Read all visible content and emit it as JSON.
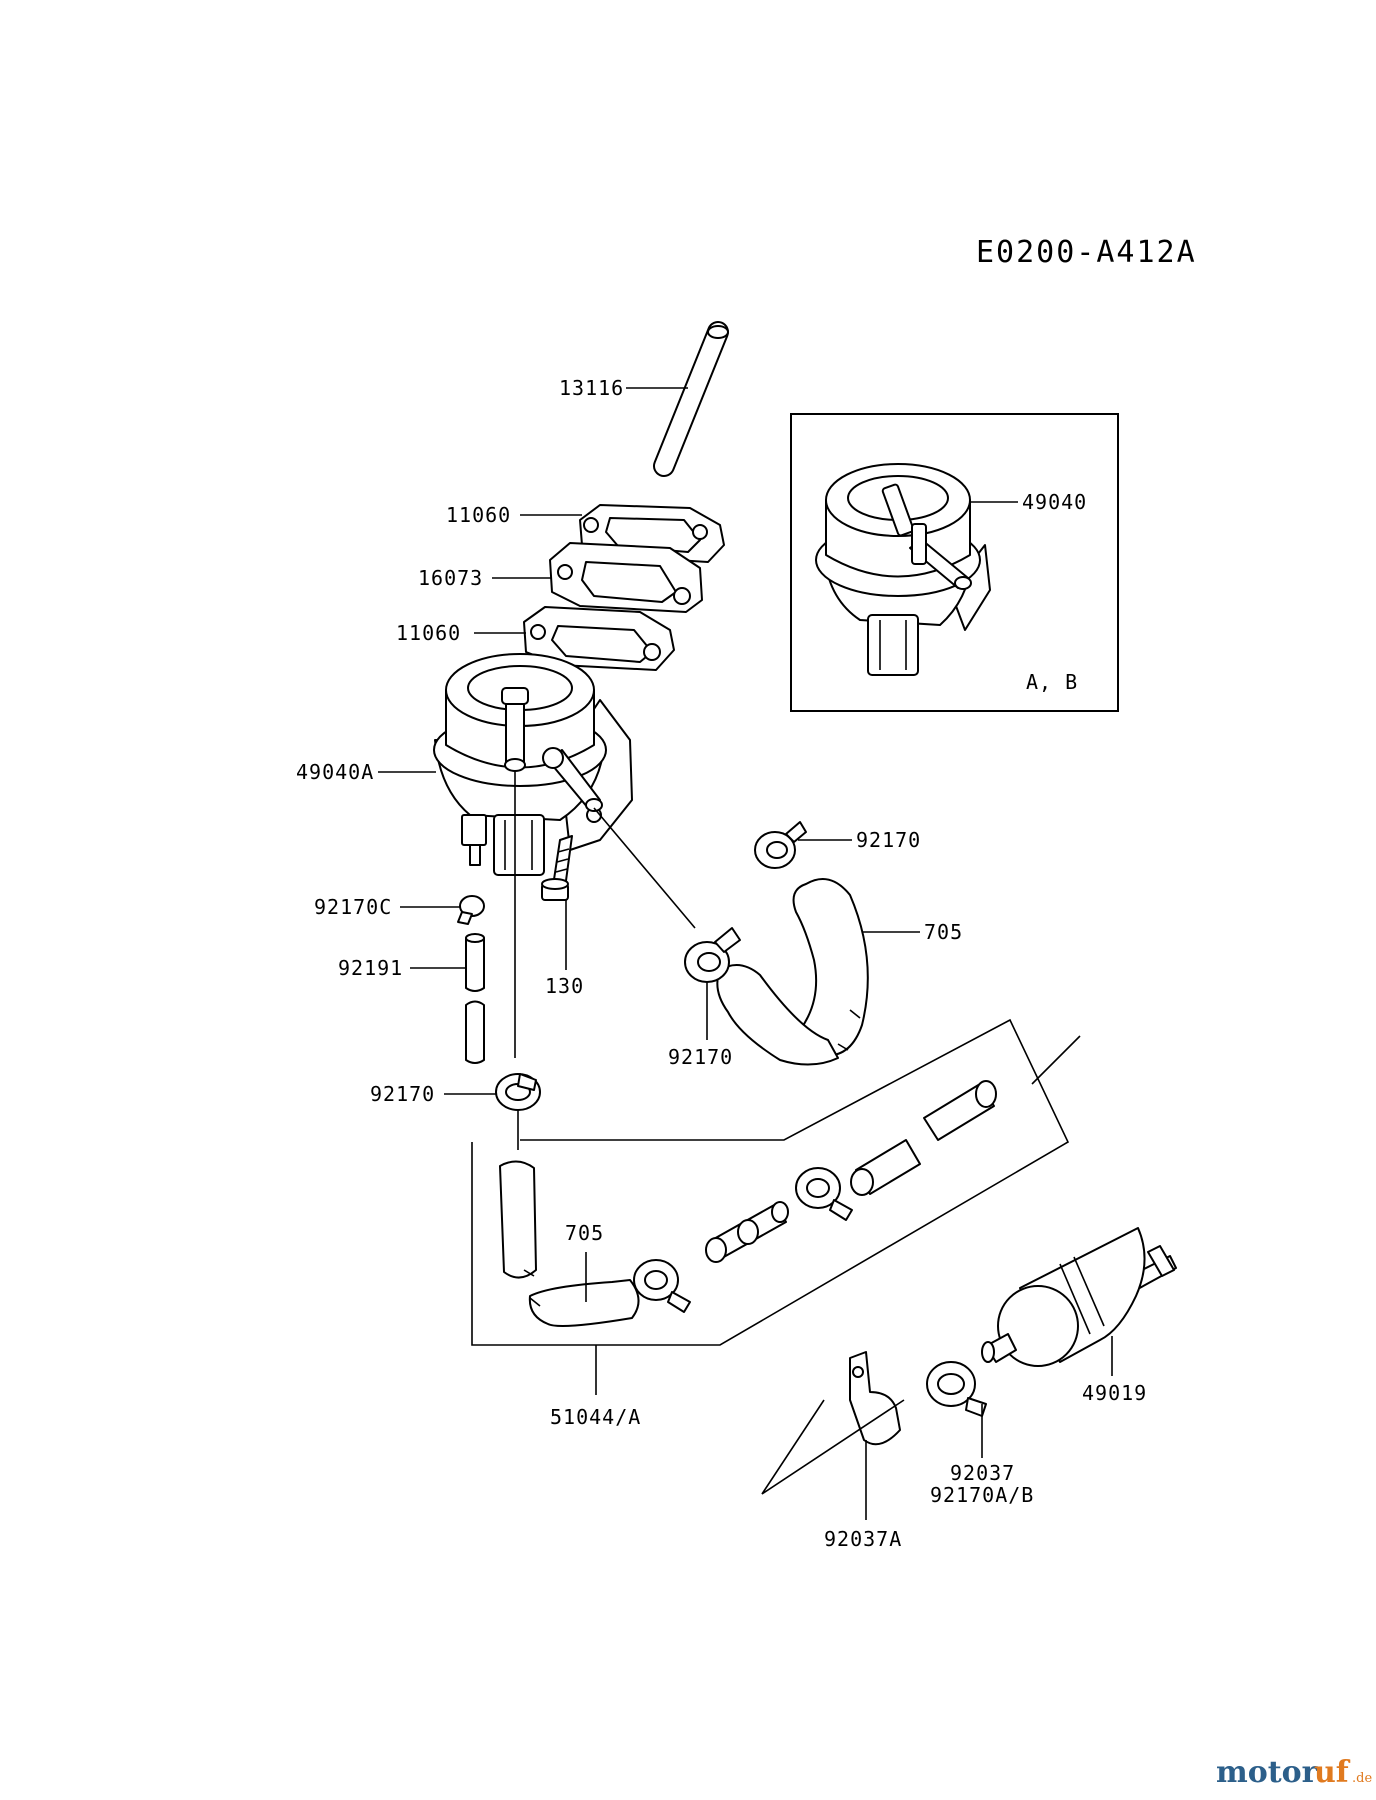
{
  "diagram_code": "E0200-A412A",
  "watermark": {
    "part1": "motor",
    "part2": "uf",
    "suffix": ".de"
  },
  "colors": {
    "watermark_blue": "#2c5f8a",
    "watermark_orange": "#e07a1f"
  },
  "labels": {
    "p13116": "13116",
    "p11060_top": "11060",
    "p16073": "16073",
    "p11060_bottom": "11060",
    "p49040A": "49040A",
    "p49040": "49040",
    "inset_variant": "A, B",
    "p92170_upper": "92170",
    "p705_upper": "705",
    "p92170C": "92170C",
    "p92191": "92191",
    "p130": "130",
    "p92170_middle": "92170",
    "p92170_left": "92170",
    "p705_lower": "705",
    "p51044A": "51044/A",
    "p49019": "49019",
    "p92037": "92037",
    "p92170AB": "92170A/B",
    "p92037A": "92037A"
  }
}
